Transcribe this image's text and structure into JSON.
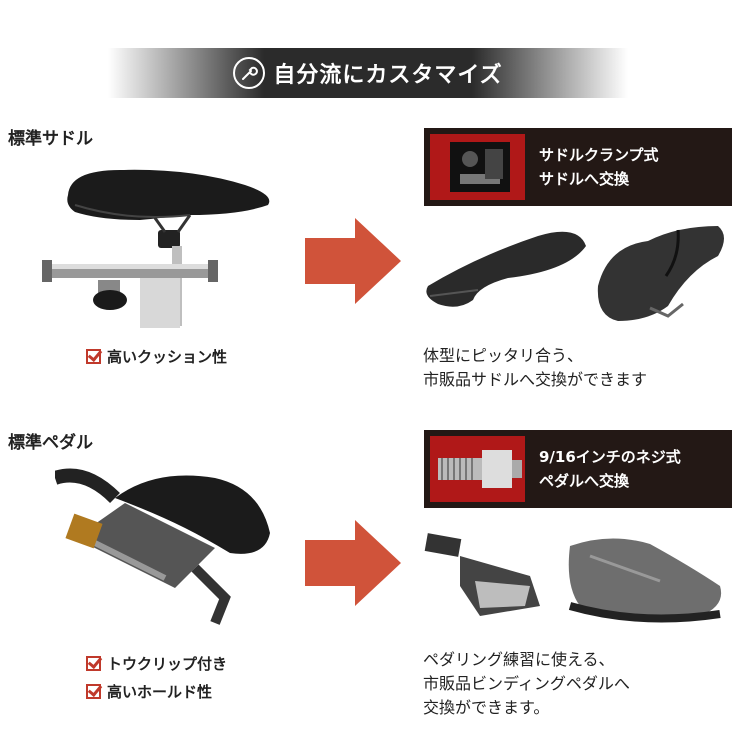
{
  "banner": {
    "title": "自分流にカスタマイズ",
    "icon": "wrench-icon"
  },
  "saddle": {
    "title": "標準サドル",
    "features": [
      "高いクッション性"
    ],
    "method_line1": "サドルクランプ式",
    "method_line2": "サドルへ交換",
    "desc_line1": "体型にピッタリ合う、",
    "desc_line2": "市販品サドルへ交換ができます"
  },
  "pedal": {
    "title": "標準ペダル",
    "features": [
      "トウクリップ付き",
      "高いホールド性"
    ],
    "method_line1": "9/16インチのネジ式",
    "method_line2": "ペダルへ交換",
    "desc_line1": "ペダリング練習に使える、",
    "desc_line2": "市販品ビンディングペダルへ",
    "desc_line3": "交換ができます。"
  },
  "colors": {
    "accent": "#d0533a",
    "check": "#c0392b",
    "dark": "#231815"
  }
}
